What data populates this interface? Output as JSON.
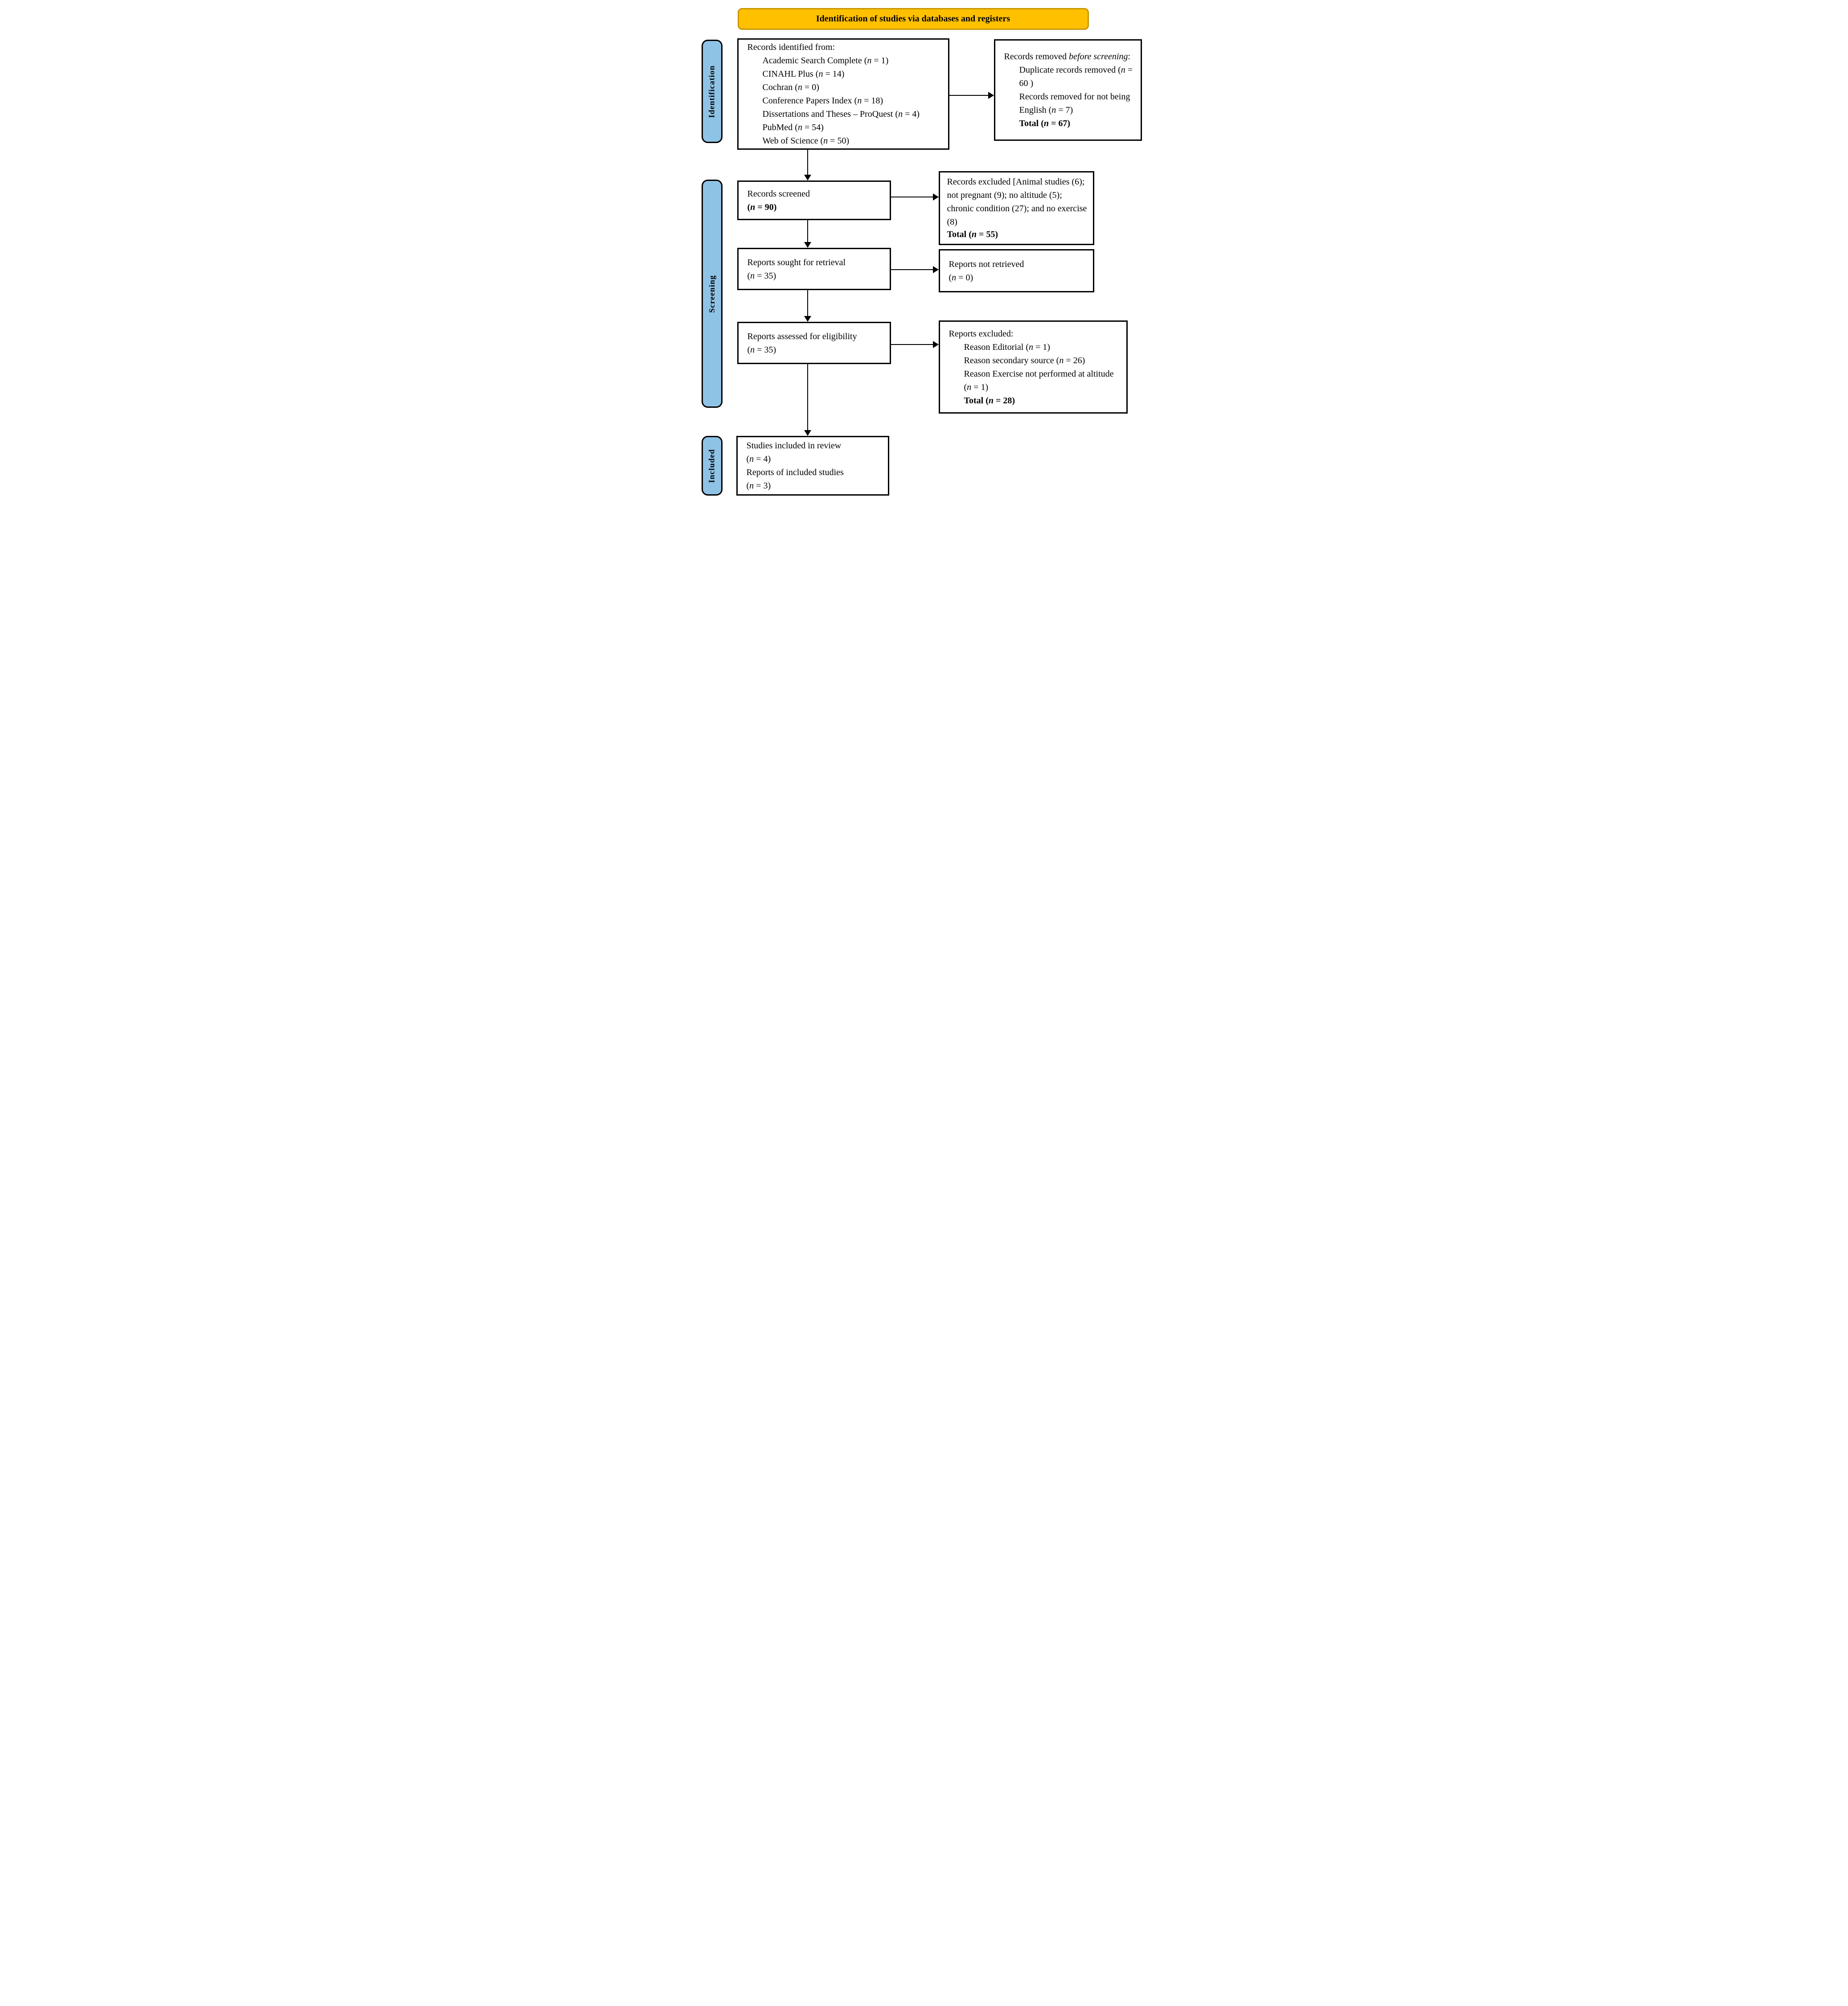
{
  "banner": {
    "label": "Identification of studies via databases and registers",
    "fill": "#FFC000",
    "border": "#C89600"
  },
  "stage_labels": {
    "identification": "Identification",
    "screening": "Screening",
    "included": "Included"
  },
  "colors": {
    "stage_fill": "#8FC3E6",
    "box_border": "#000000",
    "text": "#000000"
  },
  "boxes": {
    "identified": {
      "header": "Records identified from:",
      "items": [
        "Academic Search Complete (*n* = 1)",
        "CINAHL Plus (*n* = 14)",
        "Cochran (*n* = 0)",
        "Conference Papers Index (*n* = 18)",
        "Dissertations and Theses – ProQuest (*n* = 4)",
        "PubMed (*n* = 54)",
        "Web of Science (*n* = 50)"
      ]
    },
    "removed": {
      "header": "Records removed *before screening*:",
      "items": [
        "Duplicate records removed (*n* = 60 )",
        "Records removed for not being English (*n* = 7)",
        "**Total (*n* = 67)**"
      ]
    },
    "screened": {
      "lines": [
        "Records screened",
        "**(*n* = 90)**"
      ]
    },
    "excluded_records": {
      "lines": [
        "Records excluded [Animal studies (6); not pregnant (9); no altitude (5); chronic condition (27); and no exercise (8)",
        "**Total (*n* = 55)**"
      ]
    },
    "sought": {
      "lines": [
        "Reports sought for retrieval",
        "(*n* = 35)"
      ]
    },
    "not_retrieved": {
      "lines": [
        "Reports not retrieved",
        "(*n* = 0)"
      ]
    },
    "assessed": {
      "lines": [
        "Reports assessed for eligibility",
        "(*n* = 35)"
      ]
    },
    "excluded_reports": {
      "header": "Reports excluded:",
      "items": [
        "Reason Editorial (*n* = 1)",
        "Reason secondary source (*n* = 26)",
        "Reason Exercise not performed at altitude (*n* = 1)",
        "**Total (*n* = 28)**"
      ]
    },
    "included": {
      "lines": [
        "Studies included in review",
        "(*n* = 4)",
        "Reports of included studies",
        "(*n* = 3)"
      ]
    }
  }
}
